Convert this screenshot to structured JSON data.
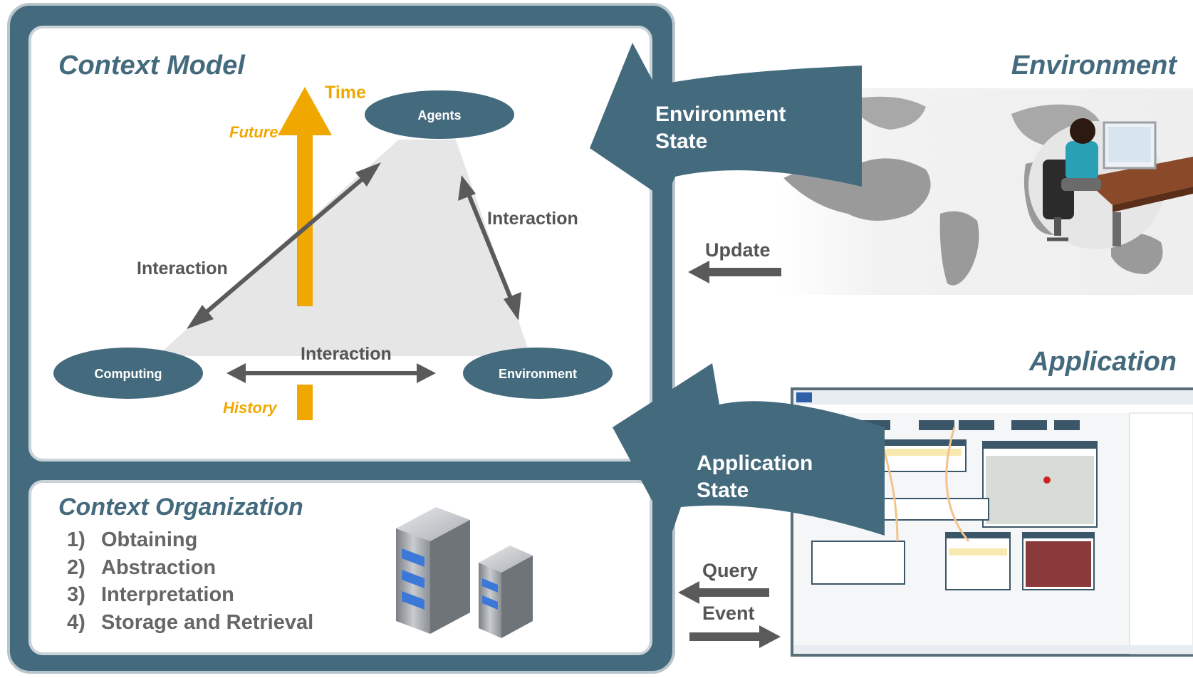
{
  "context_model": {
    "title": "Context Model",
    "time_label": "Time",
    "future_label": "Future",
    "history_label": "History",
    "nodes": {
      "agents": "Agents",
      "computing": "Computing",
      "environment": "Environment"
    },
    "interaction_left": "Interaction",
    "interaction_right": "Interaction",
    "interaction_bottom": "Interaction"
  },
  "context_organization": {
    "title": "Context Organization",
    "items": [
      {
        "num": "1)",
        "label": "Obtaining"
      },
      {
        "num": "2)",
        "label": "Abstraction"
      },
      {
        "num": "3)",
        "label": "Interpretation"
      },
      {
        "num": "4)",
        "label": "Storage and Retrieval"
      }
    ]
  },
  "environment": {
    "title": "Environment",
    "state_line1": "Environment",
    "state_line2": "State",
    "update_label": "Update"
  },
  "application": {
    "title": "Application",
    "state_line1": "Application",
    "state_line2": "State",
    "query_label": "Query",
    "event_label": "Event"
  },
  "colors": {
    "frame": "#446a7d",
    "accent": "#f0a800",
    "gray_text": "#555555",
    "triangle": "#e6e6e6"
  }
}
